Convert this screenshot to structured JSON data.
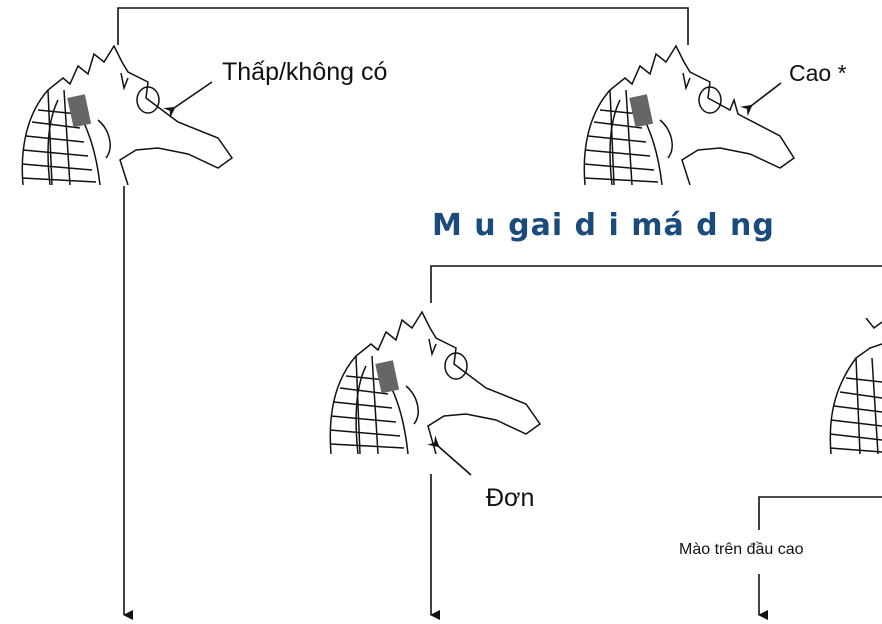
{
  "colors": {
    "title": "#1b4b7c",
    "line": "#111111"
  },
  "diagram": {
    "title": "M u gai d i má d ng",
    "labels": {
      "low": "Thấp/không có",
      "high": "Cao *",
      "single": "Đơn",
      "crest": "Mào trên đầu cao"
    },
    "icons": [
      "seahorse-head-low-spine",
      "seahorse-head-high-spine",
      "seahorse-head-single-spine",
      "seahorse-head-partial"
    ]
  }
}
